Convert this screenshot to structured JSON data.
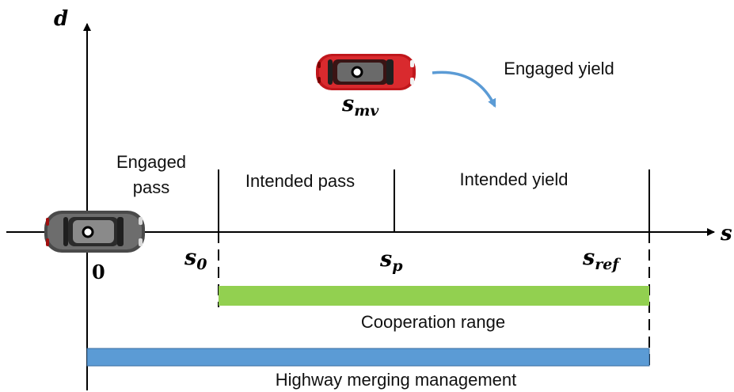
{
  "axes": {
    "y_label": "d",
    "x_label": "s",
    "origin_label": "0"
  },
  "positions": {
    "s0": {
      "base": "s",
      "sub": "0"
    },
    "sp": {
      "base": "s",
      "sub": "p"
    },
    "sref": {
      "base": "s",
      "sub": "ref"
    },
    "smv": {
      "base": "s",
      "sub": "mv"
    }
  },
  "regions": {
    "engaged_pass_line1": "Engaged",
    "engaged_pass_line2": "pass",
    "intended_pass": "Intended pass",
    "intended_yield": "Intended yield",
    "engaged_yield": "Engaged yield"
  },
  "bars": {
    "cooperation": {
      "label": "Cooperation range",
      "color": "#92d050"
    },
    "highway": {
      "label": "Highway merging management",
      "color": "#5b9bd5"
    }
  },
  "vehicles": {
    "ego": {
      "icon": "gray-car-icon",
      "color": "#4a4a4a"
    },
    "merging": {
      "icon": "red-car-icon",
      "color": "#c0171c"
    }
  },
  "arrow_color": "#5b9bd5"
}
